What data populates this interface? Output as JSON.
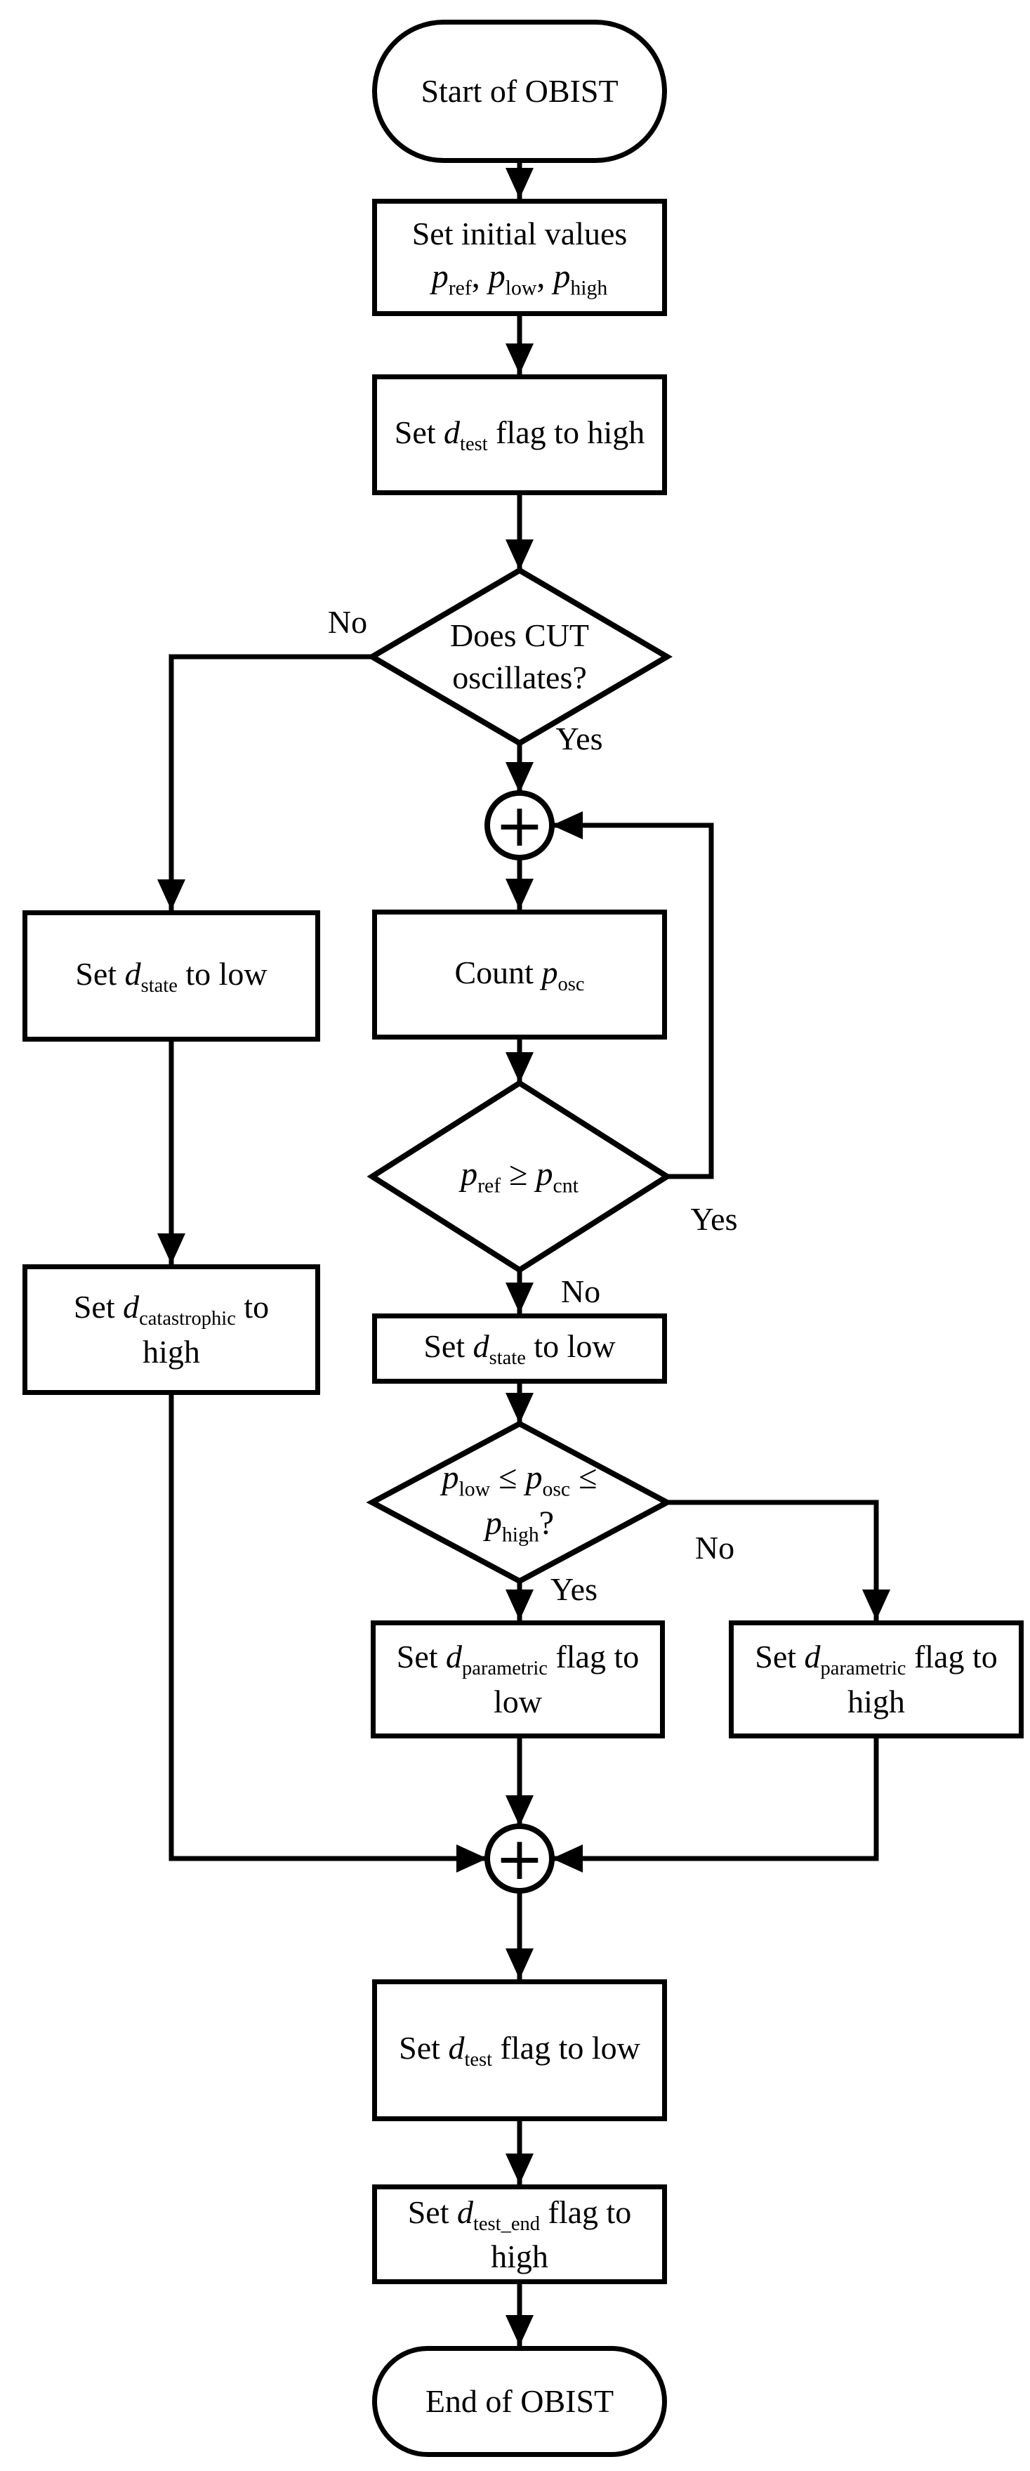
{
  "figure": {
    "type": "flowchart",
    "background": "#ffffff",
    "line_color": "#000000"
  },
  "nodes": {
    "start": {
      "shape": "terminator",
      "label": "Start of OBIST"
    },
    "set_initial": {
      "shape": "process",
      "line1": "Set initial values",
      "v1": "p",
      "s1": "ref",
      "sep1": ", ",
      "v2": "p",
      "s2": "low",
      "sep2": ", ",
      "v3": "p",
      "s3": "high"
    },
    "set_dtest_high": {
      "shape": "process",
      "pre": "Set ",
      "var": "d",
      "sub": "test",
      "post": " flag to high"
    },
    "does_cut_oscillate": {
      "shape": "decision",
      "line1": "Does CUT",
      "line2": "oscillates?"
    },
    "junction1": {
      "shape": "junction",
      "symbol": "+"
    },
    "count_posc": {
      "shape": "process",
      "pre": "Count ",
      "var": "p",
      "sub": "osc"
    },
    "pref_ge_pcnt": {
      "shape": "decision",
      "v1": "p",
      "s1": "ref",
      "op": " ≥ ",
      "v2": "p",
      "s2": "cnt"
    },
    "set_dstate_low_mid": {
      "shape": "process",
      "pre": "Set ",
      "var": "d",
      "sub": "state",
      "post": " to low"
    },
    "plow_posc_phigh": {
      "shape": "decision",
      "v1": "p",
      "s1": "low",
      "op1": " ≤ ",
      "v2": "p",
      "s2": "osc",
      "op2": " ≤",
      "v3": "p",
      "s3": "high",
      "q": "?"
    },
    "set_dparam_low": {
      "shape": "process",
      "pre": "Set ",
      "var": "d",
      "sub": "parametric",
      "post": " flag to",
      "line2": "low"
    },
    "set_dparam_high": {
      "shape": "process",
      "pre": "Set ",
      "var": "d",
      "sub": "parametric",
      "post": " flag to",
      "line2": "high"
    },
    "set_dstate_low_left": {
      "shape": "process",
      "pre": "Set ",
      "var": "d",
      "sub": "state",
      "post": " to low"
    },
    "set_dcatastrophic_high": {
      "shape": "process",
      "pre": "Set ",
      "var": "d",
      "sub": "catastrophic",
      "post": " to",
      "line2": "high"
    },
    "junction2": {
      "shape": "junction",
      "symbol": "+"
    },
    "set_dtest_low": {
      "shape": "process",
      "pre": "Set ",
      "var": "d",
      "sub": "test",
      "post": " flag to low"
    },
    "set_dtestend_high": {
      "shape": "process",
      "pre": "Set ",
      "var": "d",
      "sub": "test_end",
      "post": " flag to",
      "line2": "high"
    },
    "end": {
      "shape": "terminator",
      "label": "End of OBIST"
    }
  },
  "edges": [
    {
      "from": "start",
      "to": "set_initial",
      "label": ""
    },
    {
      "from": "set_initial",
      "to": "set_dtest_high",
      "label": ""
    },
    {
      "from": "set_dtest_high",
      "to": "does_cut_oscillate",
      "label": ""
    },
    {
      "from": "does_cut_oscillate",
      "to": "set_dstate_low_left",
      "label": "No"
    },
    {
      "from": "does_cut_oscillate",
      "to": "junction1",
      "label": "Yes"
    },
    {
      "from": "junction1",
      "to": "count_posc",
      "label": ""
    },
    {
      "from": "count_posc",
      "to": "pref_ge_pcnt",
      "label": ""
    },
    {
      "from": "pref_ge_pcnt",
      "to": "junction1",
      "label": "Yes"
    },
    {
      "from": "pref_ge_pcnt",
      "to": "set_dstate_low_mid",
      "label": "No"
    },
    {
      "from": "set_dstate_low_mid",
      "to": "plow_posc_phigh",
      "label": ""
    },
    {
      "from": "plow_posc_phigh",
      "to": "set_dparam_low",
      "label": "Yes"
    },
    {
      "from": "plow_posc_phigh",
      "to": "set_dparam_high",
      "label": "No"
    },
    {
      "from": "set_dstate_low_left",
      "to": "set_dcatastrophic_high",
      "label": ""
    },
    {
      "from": "set_dcatastrophic_high",
      "to": "junction2",
      "label": ""
    },
    {
      "from": "set_dparam_low",
      "to": "junction2",
      "label": ""
    },
    {
      "from": "set_dparam_high",
      "to": "junction2",
      "label": ""
    },
    {
      "from": "junction2",
      "to": "set_dtest_low",
      "label": ""
    },
    {
      "from": "set_dtest_low",
      "to": "set_dtestend_high",
      "label": ""
    },
    {
      "from": "set_dtestend_high",
      "to": "end",
      "label": ""
    }
  ]
}
